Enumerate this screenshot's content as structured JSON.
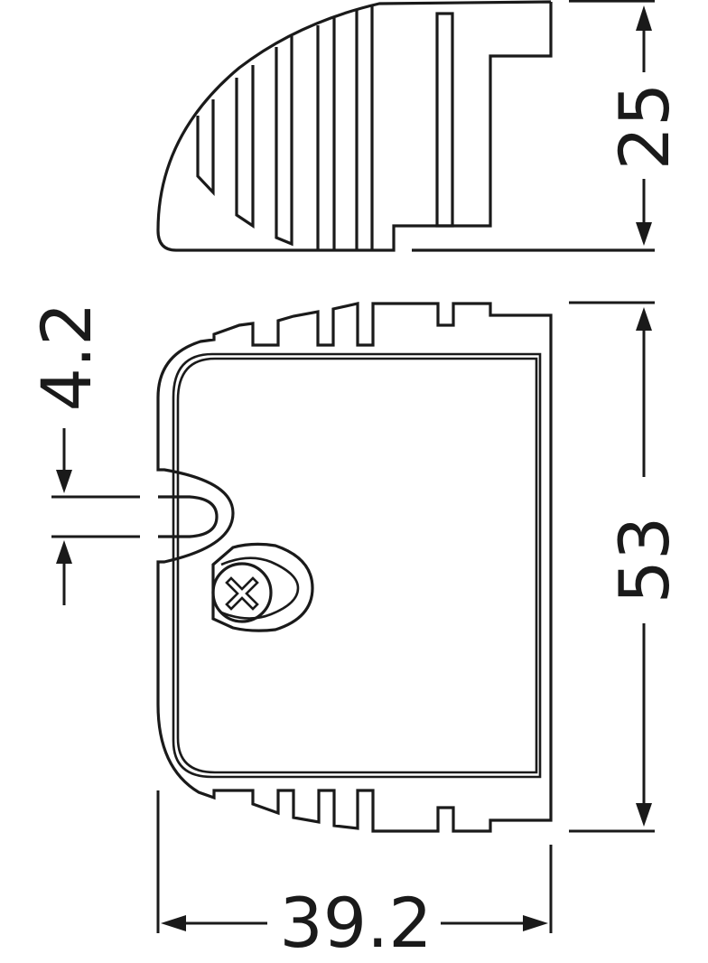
{
  "drawing": {
    "type": "technical-dimension-drawing",
    "units": "mm",
    "line_color": "#1a1a1a",
    "background": "#ffffff",
    "views": [
      {
        "name": "side-view",
        "description": "Side profile of housing with curved finned top"
      },
      {
        "name": "top-view",
        "description": "Top view of housing with cable notch and screw"
      }
    ]
  },
  "dimensions": {
    "height_side": "25",
    "width": "39.2",
    "length": "53",
    "notch": "4.2"
  }
}
